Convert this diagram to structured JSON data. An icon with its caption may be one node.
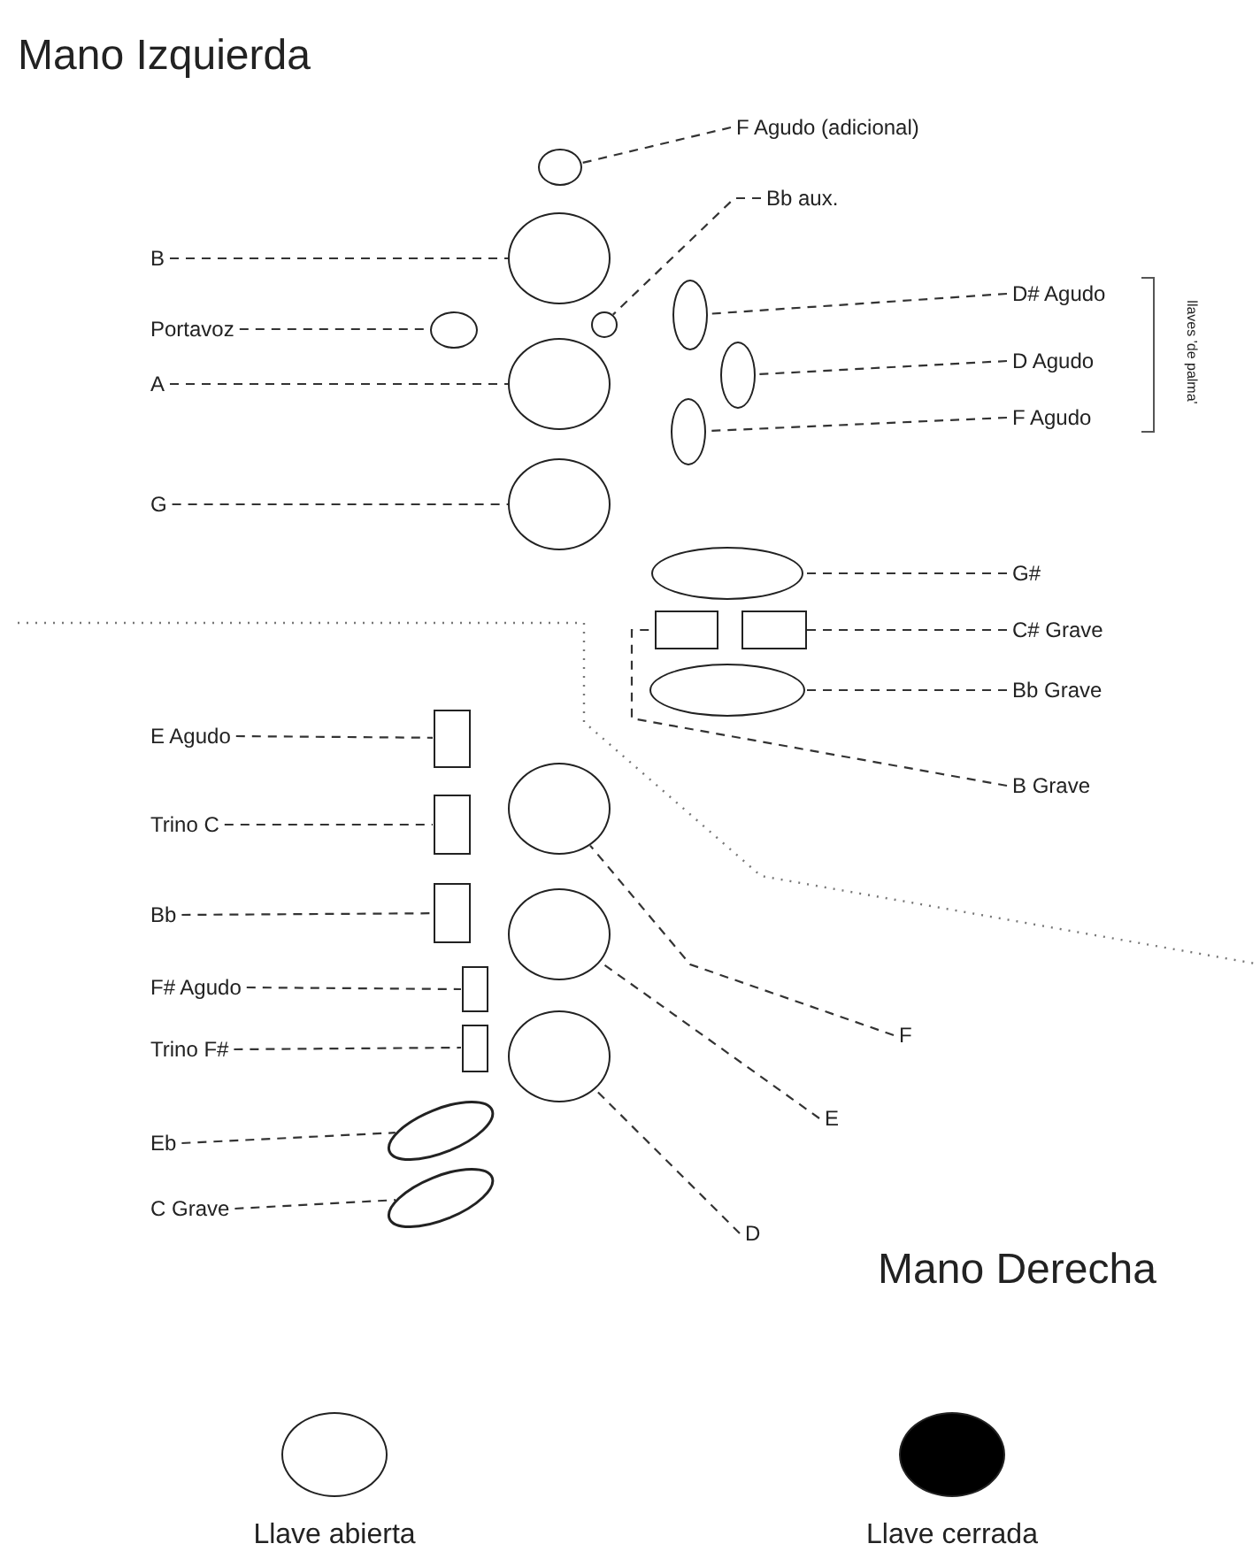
{
  "diagram": {
    "nodes": [
      {
        "text": [
          "F Agudo (adicional)"
        ]
      },
      {
        "text": [],
        "shape": "circle"
      },
      {
        "text": [
          "Bb aux."
        ]
      },
      {
        "text": [
          "B"
        ]
      },
      {
        "text": [],
        "shape": "circle"
      },
      {
        "text": [
          "Portavoz"
        ]
      },
      {
        "text": [],
        "shape": "circle"
      },
      {
        "text": [],
        "shape": "circle"
      },
      {
        "text": [
          "A"
        ]
      },
      {
        "text": [],
        "shape": "circle"
      },
      {
        "text": [],
        "shape": "ellipse"
      },
      {
        "text": [
          "D# Agudo"
        ]
      },
      {
        "text": [],
        "shape": "ellipse"
      },
      {
        "text": [
          "D Agudo"
        ]
      },
      {
        "text": [],
        "shape": "ellipse"
      },
      {
        "text": [
          "F Agudo"
        ]
      },
      {
        "text": [
          "G"
        ]
      },
      {
        "text": [],
        "shape": "circle"
      },
      {
        "text": [],
        "shape": "ellipse"
      },
      {
        "text": [
          "G#"
        ]
      },
      {
        "text": [],
        "shape": "box"
      },
      {
        "text": [],
        "shape": "box"
      },
      {
        "text": [
          "C# Grave"
        ]
      },
      {
        "text": [],
        "shape": "ellipse"
      },
      {
        "text": [
          "Bb Grave"
        ]
      },
      {
        "text": [
          "B Grave"
        ]
      },
      {
        "text": [
          "E Agudo"
        ]
      },
      {
        "text": [],
        "shape": "box"
      },
      {
        "text": [
          "Trino C"
        ]
      },
      {
        "text": [],
        "shape": "box"
      },
      {
        "text": [],
        "shape": "circle"
      },
      {
        "text": [
          "Bb"
        ]
      },
      {
        "text": [],
        "shape": "box"
      },
      {
        "text": [],
        "shape": "circle"
      },
      {
        "text": [
          "F# Agudo"
        ]
      },
      {
        "text": [],
        "shape": "box"
      },
      {
        "text": [
          "Trino F#"
        ]
      },
      {
        "text": [],
        "shape": "box"
      },
      {
        "text": [],
        "shape": "circle"
      },
      {
        "text": [
          "F"
        ]
      },
      {
        "text": [
          "Eb"
        ]
      },
      {
        "text": [],
        "shape": "ellipse"
      },
      {
        "text": [
          "E"
        ]
      },
      {
        "text": [
          "C Grave"
        ]
      },
      {
        "text": [],
        "shape": "ellipse"
      },
      {
        "text": [
          "D"
        ]
      }
    ],
    "edges": [
      {
        "from": 0,
        "to": 1,
        "arrow": "none"
      },
      {
        "from": 2,
        "to": 7,
        "arrow": "none"
      },
      {
        "from": 3,
        "to": 4,
        "arrow": "none"
      },
      {
        "from": 5,
        "to": 6,
        "arrow": "none"
      },
      {
        "from": 8,
        "to": 9,
        "arrow": "none"
      },
      {
        "from": 11,
        "to": 10,
        "arrow": "none"
      },
      {
        "from": 13,
        "to": 12,
        "arrow": "none"
      },
      {
        "from": 15,
        "to": 14,
        "arrow": "none"
      },
      {
        "from": 16,
        "to": 17,
        "arrow": "none"
      },
      {
        "from": 19,
        "to": 18,
        "arrow": "none"
      },
      {
        "from": 22,
        "to": 21,
        "arrow": "none"
      },
      {
        "from": 24,
        "to": 23,
        "arrow": "none"
      },
      {
        "from": 25,
        "to": 20,
        "arrow": "none"
      },
      {
        "from": 26,
        "to": 27,
        "arrow": "none"
      },
      {
        "from": 28,
        "to": 29,
        "arrow": "none"
      },
      {
        "from": 31,
        "to": 32,
        "arrow": "none"
      },
      {
        "from": 34,
        "to": 35,
        "arrow": "none"
      },
      {
        "from": 36,
        "to": 37,
        "arrow": "none"
      },
      {
        "from": 39,
        "to": 30,
        "arrow": "none"
      },
      {
        "from": 42,
        "to": 33,
        "arrow": "none"
      },
      {
        "from": 45,
        "to": 38,
        "arrow": "none"
      },
      {
        "from": 40,
        "to": 41,
        "arrow": "none"
      },
      {
        "from": 43,
        "to": 44,
        "arrow": "none"
      }
    ],
    "labels": [
      "Mano Izquierda",
      "llaves 'de palma'",
      "Mano Derecha"
    ],
    "legend": [
      {
        "text": "Llave abierta",
        "color": "#ffffff"
      },
      {
        "text": "Llave cerrada",
        "color": "#000000"
      }
    ]
  }
}
